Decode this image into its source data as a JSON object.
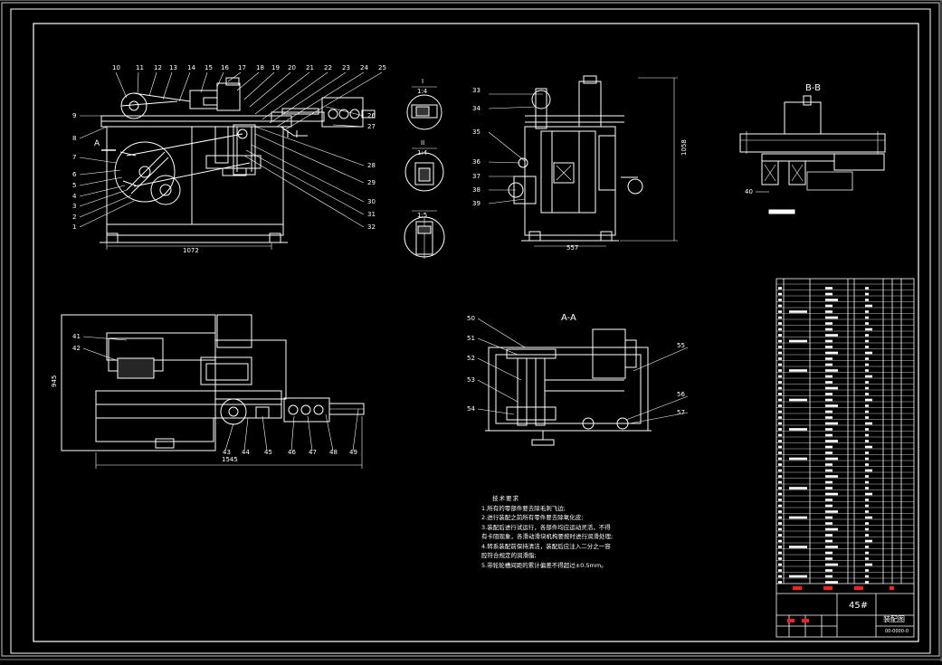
{
  "viewport_label": "",
  "drawing": {
    "main_view": {
      "balloons": [
        "1",
        "2",
        "3",
        "4",
        "5",
        "6",
        "7",
        "8",
        "9",
        "10",
        "11",
        "12",
        "13",
        "14",
        "15",
        "16",
        "17",
        "18",
        "19",
        "20",
        "21",
        "22",
        "23",
        "24",
        "25",
        "26",
        "27",
        "28",
        "29",
        "30",
        "31",
        "32"
      ],
      "dimension_width": "1072",
      "section_mark": "A"
    },
    "detail_views": [
      {
        "title": "I",
        "scale": "1:4"
      },
      {
        "title": "II",
        "scale": "1:4"
      },
      {
        "title": "",
        "scale": "1:5"
      }
    ],
    "side_view": {
      "balloons": [
        "33",
        "34",
        "35",
        "36",
        "37",
        "38",
        "39"
      ],
      "dimension_width": "557",
      "dimension_height": "1058"
    },
    "section_bb": {
      "title": "B-B",
      "balloon": "40"
    },
    "top_view": {
      "balloons": [
        "41",
        "42",
        "43",
        "44",
        "45",
        "46",
        "47",
        "48",
        "49"
      ],
      "dimension_width": "1545",
      "dimension_height": "945"
    },
    "section_aa": {
      "title": "A-A",
      "balloons": [
        "50",
        "51",
        "52",
        "53",
        "54",
        "55",
        "56",
        "57"
      ]
    },
    "technical_requirements": {
      "heading": "技术要求",
      "lines": [
        "1.所有的零部件要去除毛刺飞边;",
        "2.进行装配之前所有零件要去除氧化皮;",
        "3.装配后进行试运行，各部件均应运动灵活，不得",
        "有卡阻现象，各滑动滑块机构要按时进行润滑处理;",
        "4.转系装配前保持清洁，装配后应注入二分之一容",
        "腔符合规定的润滑脂;",
        "5.带轮轮槽间距的累计偏差不得超过±0.5mm。"
      ]
    },
    "title_block": {
      "material": "45#",
      "drawing_name": "装配图",
      "drawing_number": "00-0000-0"
    }
  },
  "colors": {
    "background": "#000000",
    "line": "#ffffff",
    "accent_red": "#ff2020"
  }
}
